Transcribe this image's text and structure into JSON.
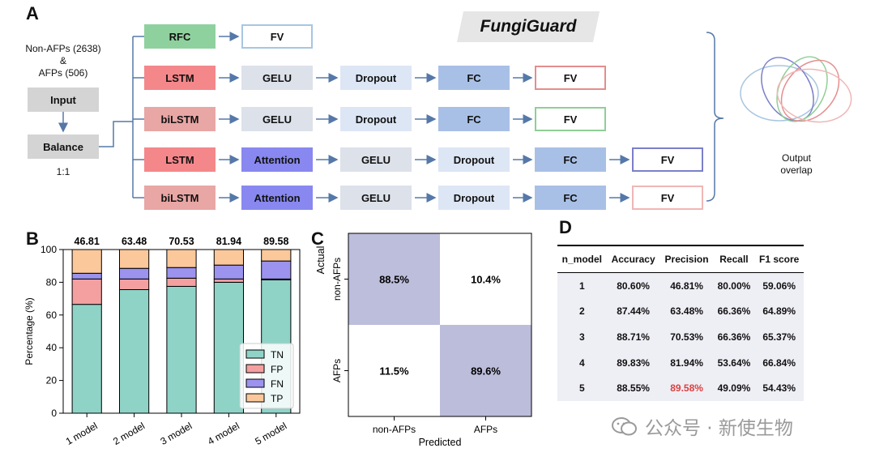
{
  "panels": {
    "a": "A",
    "b": "B",
    "c": "C",
    "d": "D"
  },
  "diagram": {
    "brand": "FungiGuard",
    "input_counts_line1": "Non-AFPs (2638)",
    "input_counts_line2": "&",
    "input_counts_line3": "AFPs (506)",
    "input_label": "Input",
    "balance_label": "Balance",
    "ratio_label": "1:1",
    "output_line1": "Output",
    "output_line2": "overlap",
    "rows": [
      {
        "blocks": [
          "RFC",
          "FV"
        ]
      },
      {
        "blocks": [
          "LSTM",
          "GELU",
          "Dropout",
          "FC",
          "FV"
        ]
      },
      {
        "blocks": [
          "biLSTM",
          "GELU",
          "Dropout",
          "FC",
          "FV"
        ]
      },
      {
        "blocks": [
          "LSTM",
          "Attention",
          "GELU",
          "Dropout",
          "FC",
          "FV"
        ]
      },
      {
        "blocks": [
          "biLSTM",
          "Attention",
          "GELU",
          "Dropout",
          "FC",
          "FV"
        ]
      }
    ],
    "colors": {
      "rfc": "#8fd19e",
      "lstm": "#f4878a",
      "bilstm": "#e8a6a4",
      "attention": "#8888f0",
      "gelu": "#dce1ea",
      "dropout": "#dde6f5",
      "fc": "#a9c0e6",
      "fv_borders": [
        "#a8c6e0",
        "#e58d8d",
        "#8fcf95",
        "#7b7fc9",
        "#f0b6b6"
      ]
    }
  },
  "chart_data": {
    "type": "bar",
    "stacked": true,
    "categories": [
      "1 model",
      "2 model",
      "3 model",
      "4 model",
      "5 model"
    ],
    "top_labels": [
      "46.81",
      "63.48",
      "70.53",
      "81.94",
      "89.58"
    ],
    "series": [
      {
        "name": "TN",
        "values": [
          66.5,
          75.5,
          77.5,
          80.0,
          81.5
        ],
        "color": "#8fd3c7"
      },
      {
        "name": "FP",
        "values": [
          15.5,
          6.5,
          5.0,
          2.0,
          0.5
        ],
        "color": "#f4a0a0"
      },
      {
        "name": "FN",
        "values": [
          3.5,
          6.5,
          6.5,
          8.5,
          11.0
        ],
        "color": "#9b93ee"
      },
      {
        "name": "TP",
        "values": [
          14.5,
          11.5,
          11.0,
          9.5,
          7.0
        ],
        "color": "#fbc89b"
      }
    ],
    "ylabel": "Percentage (%)",
    "ylim": [
      0,
      100
    ],
    "yticks": [
      "0",
      "20",
      "40",
      "60",
      "80",
      "100"
    ],
    "legend": "bottom-right"
  },
  "confusion": {
    "xlabel": "Predicted",
    "ylabel": "Actual",
    "x_ticks": [
      "non-AFPs",
      "AFPs"
    ],
    "y_ticks": [
      "non-AFPs",
      "AFPs"
    ],
    "cells": [
      [
        "88.5%",
        "10.4%"
      ],
      [
        "11.5%",
        "89.6%"
      ]
    ],
    "cell_values": [
      [
        0.885,
        0.104
      ],
      [
        0.115,
        0.896
      ]
    ]
  },
  "table": {
    "headers": [
      "n_model",
      "Accuracy",
      "Precision",
      "Recall",
      "F1 score"
    ],
    "rows": [
      [
        "1",
        "80.60%",
        "46.81%",
        "80.00%",
        "59.06%"
      ],
      [
        "2",
        "87.44%",
        "63.48%",
        "66.36%",
        "64.89%"
      ],
      [
        "3",
        "88.71%",
        "70.53%",
        "66.36%",
        "65.37%"
      ],
      [
        "4",
        "89.83%",
        "81.94%",
        "53.64%",
        "66.84%"
      ],
      [
        "5",
        "88.55%",
        "89.58%",
        "49.09%",
        "54.43%"
      ]
    ],
    "highlight_color": "#d9413f"
  },
  "watermark": "公众号 · 新使生物"
}
